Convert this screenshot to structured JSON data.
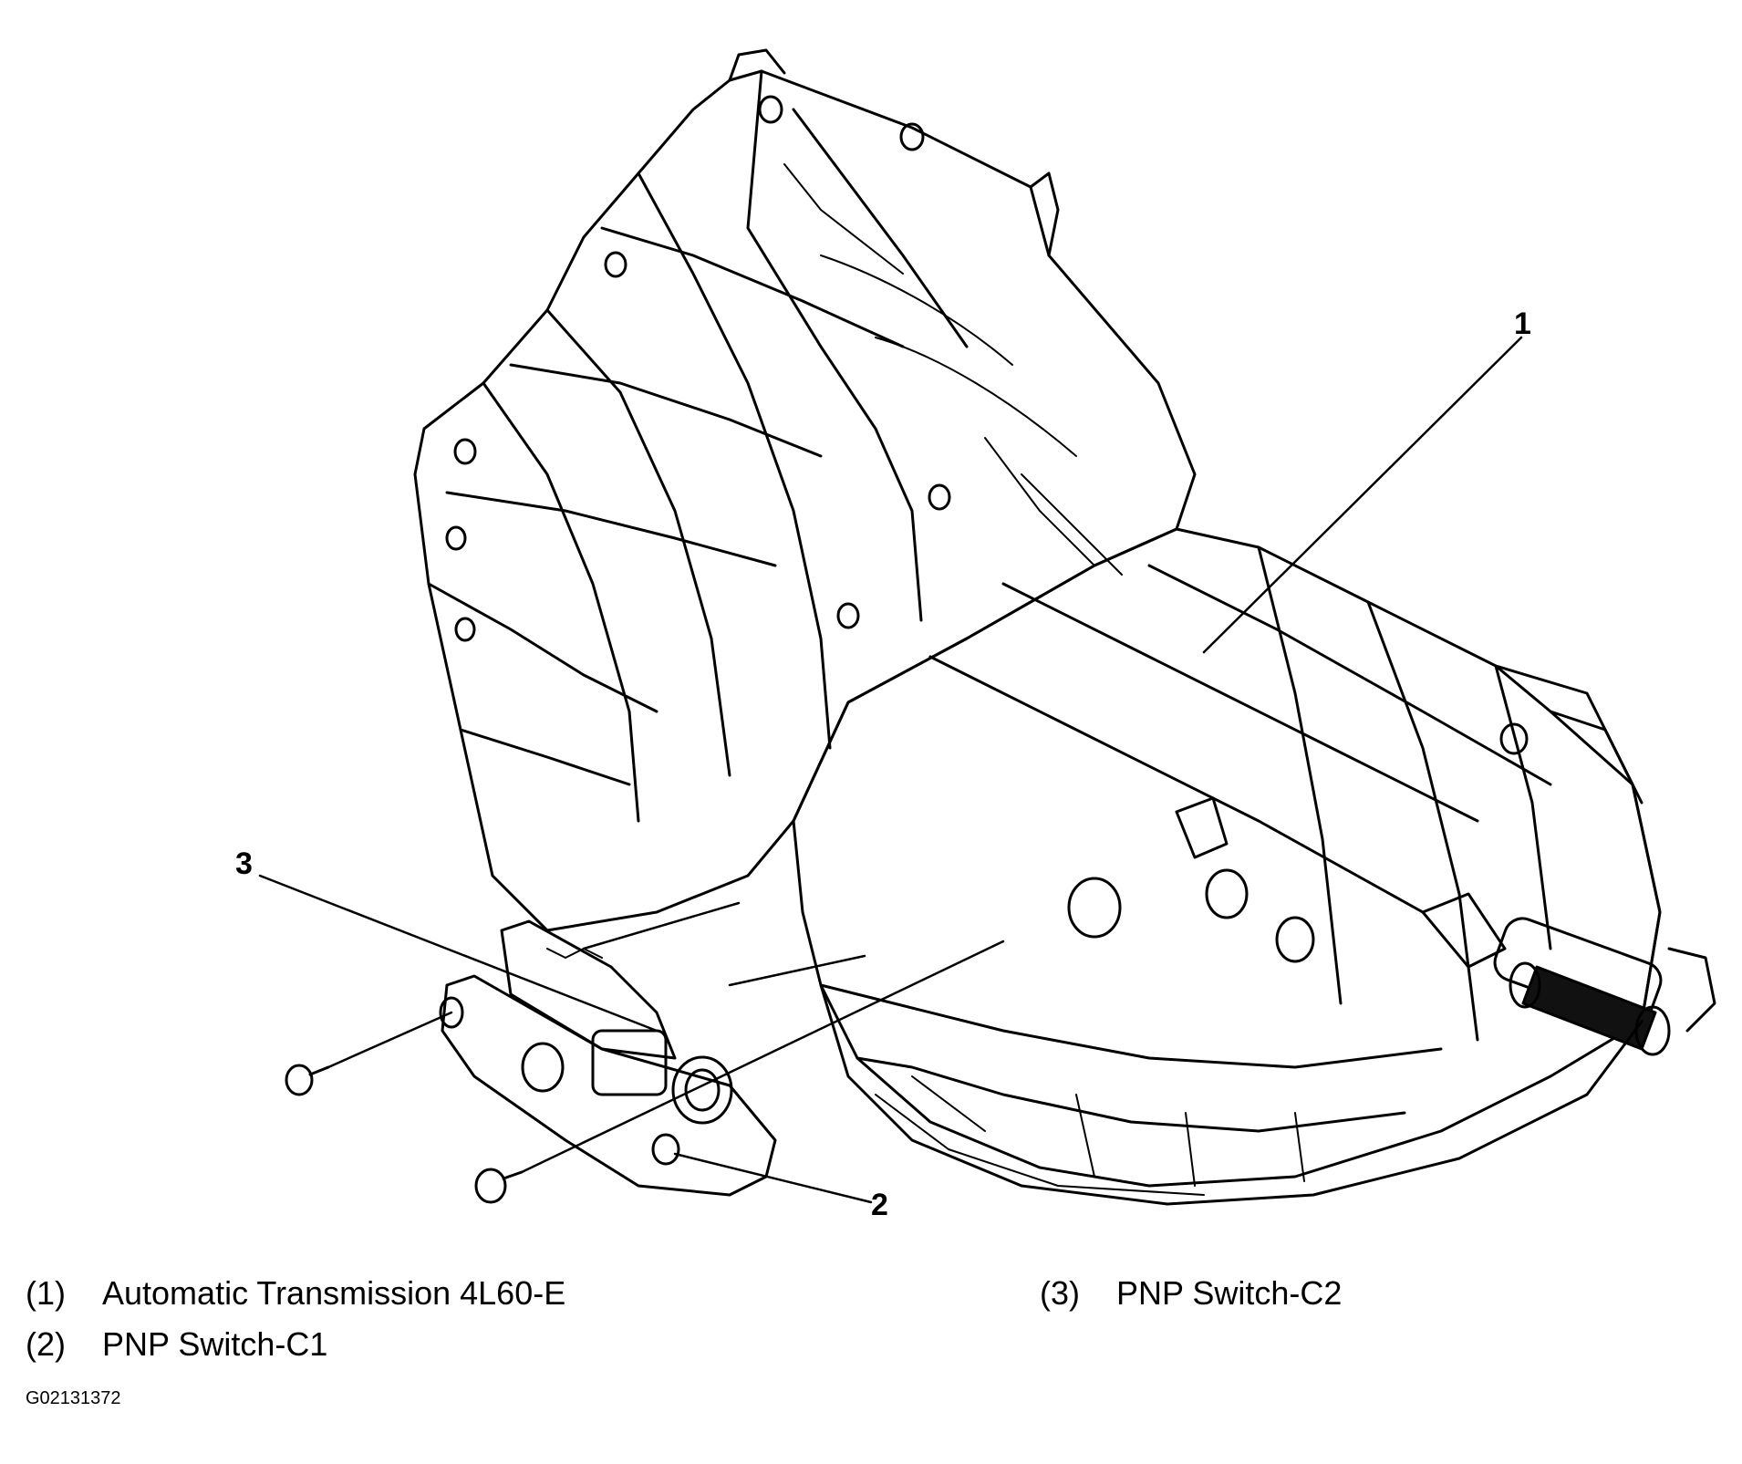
{
  "callouts": {
    "c1": "1",
    "c2": "2",
    "c3": "3"
  },
  "legend": [
    {
      "num": "(1)",
      "label": "Automatic Transmission 4L60-E"
    },
    {
      "num": "(2)",
      "label": "PNP Switch-C1"
    },
    {
      "num": "(3)",
      "label": "PNP Switch-C2"
    }
  ],
  "figure_id": "G02131372"
}
